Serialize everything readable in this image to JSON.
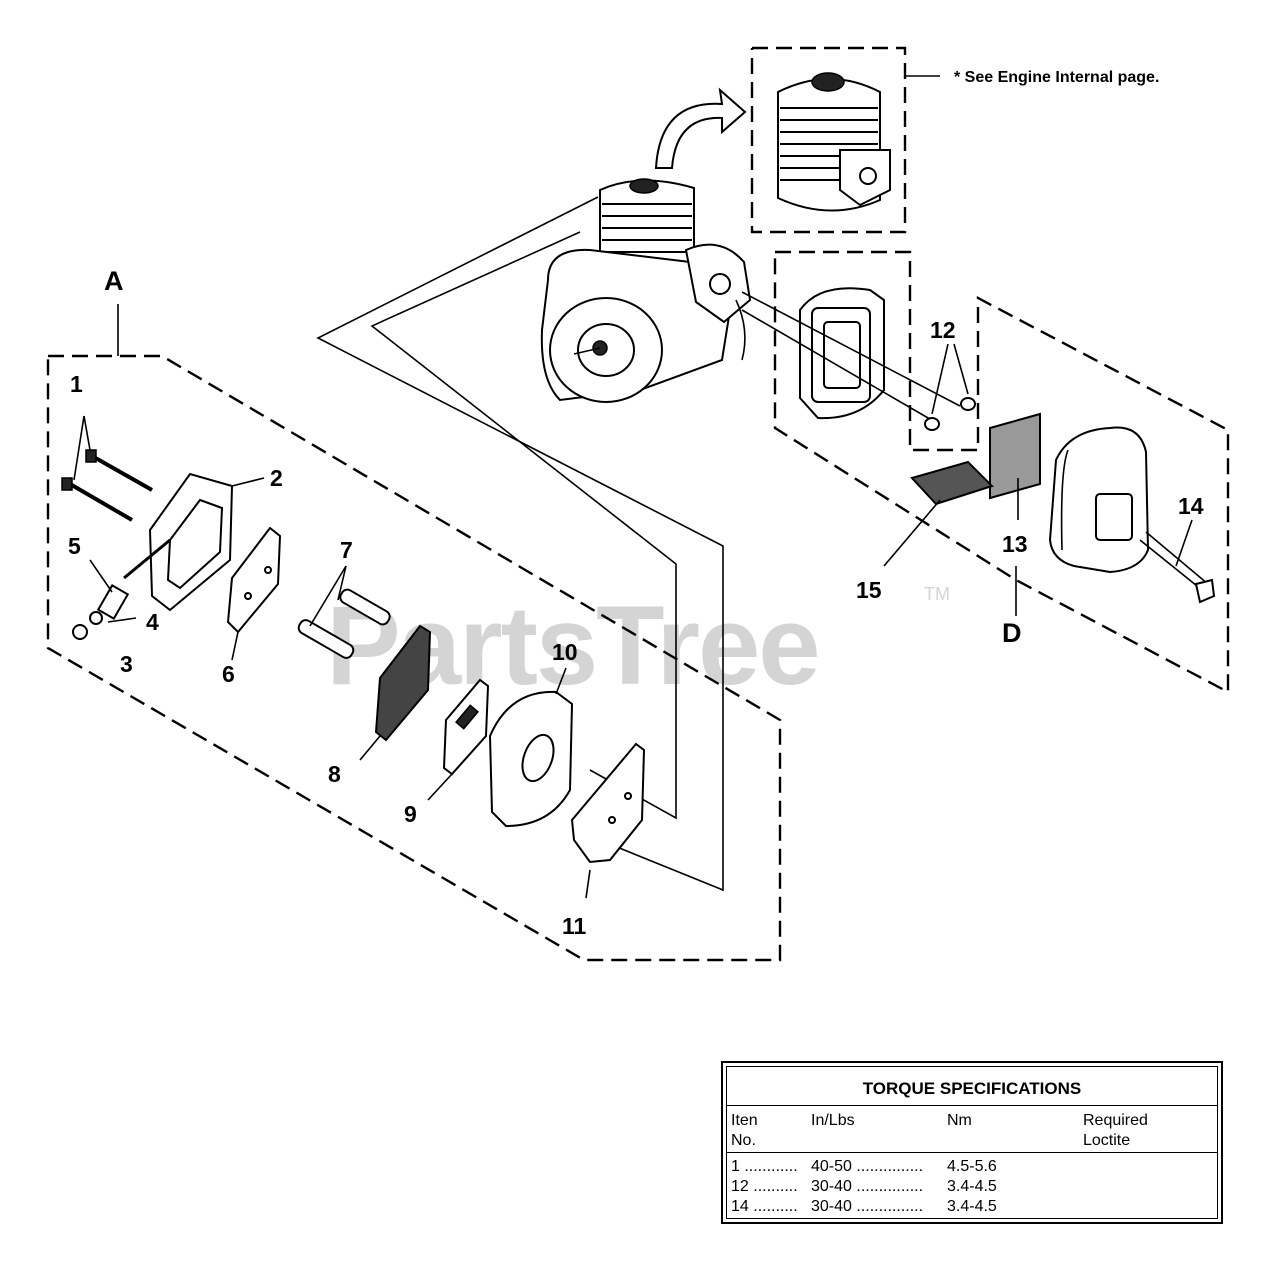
{
  "note": "*  See Engine Internal page.",
  "watermark": "PartsTree",
  "watermark_tm": "TM",
  "group_labels": {
    "a": "A",
    "d": "D"
  },
  "callouts": {
    "c1": "1",
    "c2": "2",
    "c3": "3",
    "c4": "4",
    "c5": "5",
    "c6": "6",
    "c7": "7",
    "c8": "8",
    "c9": "9",
    "c10": "10",
    "c11": "11",
    "c12": "12",
    "c13": "13",
    "c14": "14",
    "c15": "15"
  },
  "torque_table": {
    "title": "TORQUE SPECIFICATIONS",
    "headers": {
      "item": "Iten",
      "item2": "No.",
      "inlbs": "In/Lbs",
      "nm": "Nm",
      "loctite": "Required",
      "loctite2": "Loctite"
    },
    "rows": [
      {
        "item": "1 ............",
        "inlbs": "40-50 ...............",
        "nm": "4.5-5.6"
      },
      {
        "item": "12 ..........",
        "inlbs": "30-40 ...............",
        "nm": "3.4-4.5"
      },
      {
        "item": "14 ..........",
        "inlbs": "30-40 ...............",
        "nm": "3.4-4.5"
      }
    ]
  }
}
